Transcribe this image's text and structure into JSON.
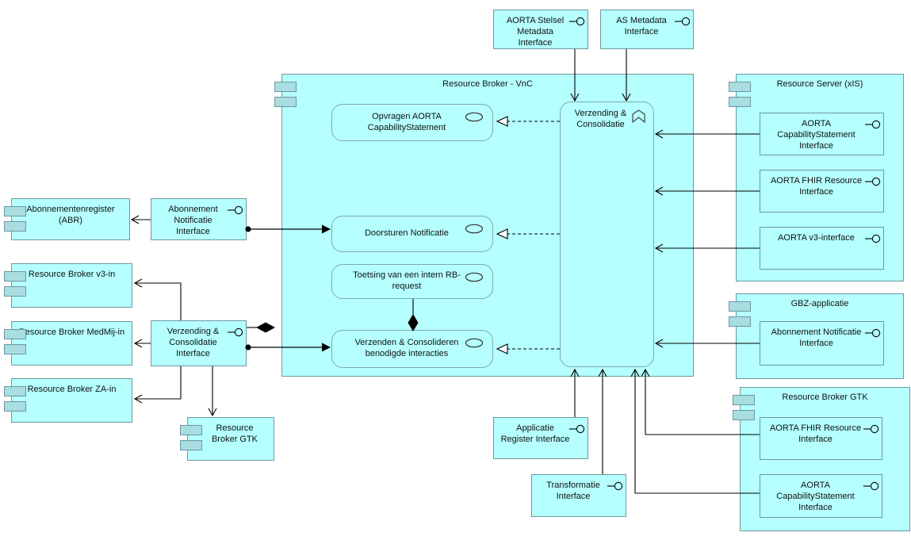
{
  "colors": {
    "elementFill": "#B5FFFF",
    "elementBorder": "#6E989E",
    "componentIconFill": "#A8DDE1",
    "connector": "#000000"
  },
  "nodes": {
    "aortaStelselMetadataInterface": {
      "label": "AORTA Stelsel Metadata Interface",
      "type": "interface"
    },
    "asMetadataInterface": {
      "label": "AS Metadata Interface",
      "type": "interface"
    },
    "resourceBrokerVnc": {
      "label": "Resource Broker - VnC",
      "type": "component"
    },
    "opvragenAortaCapabilityStatement": {
      "label": "Opvragen AORTA CapabilityStatement",
      "type": "application-service"
    },
    "doorsturenNotificatie": {
      "label": "Doorsturen Notificatie",
      "type": "application-service"
    },
    "toetsingInternRbRequest": {
      "label": "Toetsing van een intern RB-request",
      "type": "application-service"
    },
    "verzendenConsoliderenBenodigdeInteracties": {
      "label": "Verzenden & Consolideren benodigde interacties",
      "type": "application-service"
    },
    "verzendingConsolidatie": {
      "label": "Verzending & Consolidatie",
      "type": "application-function"
    },
    "resourceServerXis": {
      "label": "Resource Server (xIS)",
      "type": "component"
    },
    "xisAortaCapabilityStatementInterface": {
      "label": "AORTA CapabilityStatement Interface",
      "type": "interface"
    },
    "xisAortaFhirResourceInterface": {
      "label": "AORTA FHIR Resource Interface",
      "type": "interface"
    },
    "xisAortaV3Interface": {
      "label": "AORTA v3-interface",
      "type": "interface"
    },
    "gbzApplicatie": {
      "label": "GBZ-applicatie",
      "type": "component"
    },
    "gbzAbonnementNotificatieInterface": {
      "label": "Abonnement Notificatie Interface",
      "type": "interface"
    },
    "resourceBrokerGtk": {
      "label": "Resource Broker GTK",
      "type": "component"
    },
    "gtkAortaFhirResourceInterface": {
      "label": "AORTA FHIR Resource Interface",
      "type": "interface"
    },
    "gtkAortaCapabilityStatementInterface": {
      "label": "AORTA CapabilityStatement Interface",
      "type": "interface"
    },
    "abonnementenregisterAbr": {
      "label": "Abonnementenregister (ABR)",
      "type": "component"
    },
    "abonnementNotificatieInterface": {
      "label": "Abonnement Notificatie Interface",
      "type": "interface"
    },
    "resourceBrokerV3In": {
      "label": "Resource Broker v3-in",
      "type": "component"
    },
    "resourceBrokerMedMijIn": {
      "label": "Resource Broker MedMij-in",
      "type": "component"
    },
    "resourceBrokerZaIn": {
      "label": "Resource Broker ZA-in",
      "type": "component"
    },
    "verzendingConsolidatieInterface": {
      "label": "Verzending & Consolidatie Interface",
      "type": "interface"
    },
    "resourceBrokerGtkSmall": {
      "label": "Resource Broker GTK",
      "type": "component"
    },
    "applicatieRegisterInterface": {
      "label": "Applicatie Register Interface",
      "type": "interface"
    },
    "transformatieInterface": {
      "label": "Transformatie Interface",
      "type": "interface"
    }
  },
  "relations": [
    {
      "from": "aortaStelselMetadataInterface",
      "to": "verzendingConsolidatie",
      "type": "arrow"
    },
    {
      "from": "asMetadataInterface",
      "to": "verzendingConsolidatie",
      "type": "arrow"
    },
    {
      "from": "xisAortaCapabilityStatementInterface",
      "to": "verzendingConsolidatie",
      "type": "arrow"
    },
    {
      "from": "xisAortaFhirResourceInterface",
      "to": "verzendingConsolidatie",
      "type": "arrow"
    },
    {
      "from": "xisAortaV3Interface",
      "to": "verzendingConsolidatie",
      "type": "arrow"
    },
    {
      "from": "gbzAbonnementNotificatieInterface",
      "to": "verzendingConsolidatie",
      "type": "arrow"
    },
    {
      "from": "gtkAortaFhirResourceInterface",
      "to": "verzendingConsolidatie",
      "type": "arrow"
    },
    {
      "from": "gtkAortaCapabilityStatementInterface",
      "to": "verzendingConsolidatie",
      "type": "arrow"
    },
    {
      "from": "applicatieRegisterInterface",
      "to": "verzendingConsolidatie",
      "type": "arrow"
    },
    {
      "from": "transformatieInterface",
      "to": "verzendingConsolidatie",
      "type": "arrow"
    },
    {
      "from": "verzendingConsolidatie",
      "to": "opvragenAortaCapabilityStatement",
      "type": "realization"
    },
    {
      "from": "verzendingConsolidatie",
      "to": "doorsturenNotificatie",
      "type": "realization"
    },
    {
      "from": "verzendingConsolidatie",
      "to": "verzendenConsoliderenBenodigdeInteracties",
      "type": "realization"
    },
    {
      "from": "abonnementNotificatieInterface",
      "to": "doorsturenNotificatie",
      "type": "assignment"
    },
    {
      "from": "verzendingConsolidatieInterface",
      "to": "verzendenConsoliderenBenodigdeInteracties",
      "type": "assignment"
    },
    {
      "from": "abonnementNotificatieInterface",
      "to": "abonnementenregisterAbr",
      "type": "arrow"
    },
    {
      "from": "verzendingConsolidatieInterface",
      "to": "resourceBrokerV3In",
      "type": "arrow"
    },
    {
      "from": "verzendingConsolidatieInterface",
      "to": "resourceBrokerMedMijIn",
      "type": "arrow"
    },
    {
      "from": "verzendingConsolidatieInterface",
      "to": "resourceBrokerZaIn",
      "type": "arrow"
    },
    {
      "from": "verzendingConsolidatieInterface",
      "to": "resourceBrokerGtkSmall",
      "type": "arrow"
    },
    {
      "from": "toetsingInternRbRequest",
      "to": "verzendenConsoliderenBenodigdeInteracties",
      "type": "composition"
    },
    {
      "from": "verzendingConsolidatieInterface",
      "to": "resourceBrokerVnc",
      "type": "composition"
    }
  ]
}
